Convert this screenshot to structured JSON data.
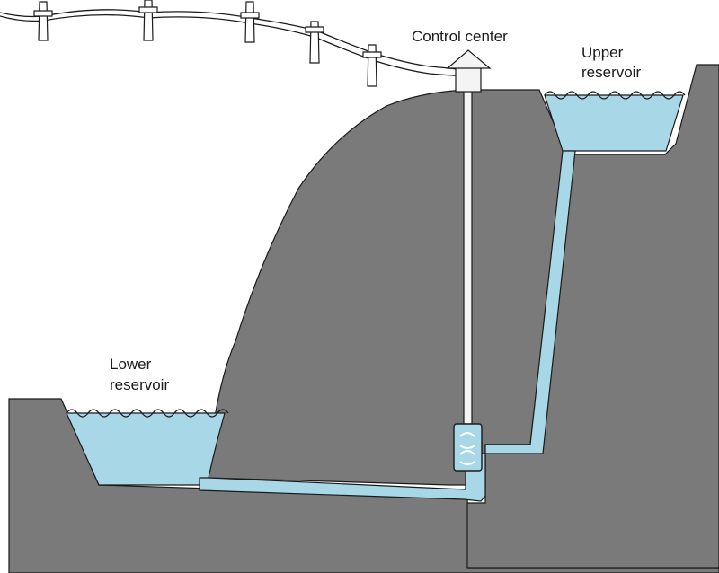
{
  "labels": {
    "control_center": "Control center",
    "upper_reservoir": [
      "Upper",
      "reservoir"
    ],
    "lower_reservoir": [
      "Lower",
      "reservoir"
    ]
  },
  "colors": {
    "rock": "#7a7a7a",
    "water": "#a8d8e8",
    "outline": "#1a1a1a",
    "building": "#f4f4f4",
    "background": "#ffffff"
  },
  "icons": {
    "turbine": "turbine-icon",
    "building": "control-building-icon",
    "utility_pole": "utility-pole-icon"
  }
}
